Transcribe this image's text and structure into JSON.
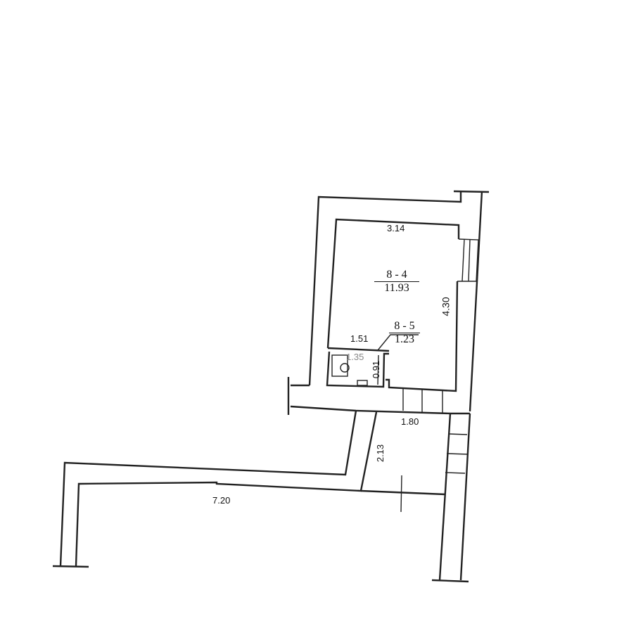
{
  "rooms": [
    {
      "id": "8 - 4",
      "area": "11.93"
    },
    {
      "id": "8 - 5",
      "area": "1.23"
    }
  ],
  "dimensions": {
    "room_width": "3.14",
    "room_length": "4.30",
    "bath_width": "1.51",
    "bath_inner": "1.35",
    "bath_depth": "0.91",
    "passage_width": "1.80",
    "passage_length": "2.13",
    "corridor_length": "7.20"
  }
}
